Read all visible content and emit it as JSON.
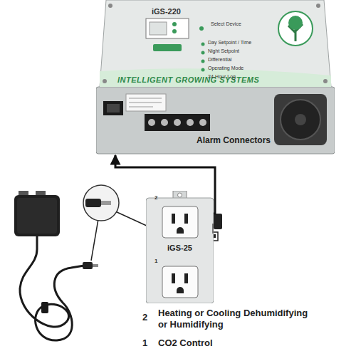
{
  "diagram": {
    "nodes": [
      {
        "text": [
          "iGS-220",
          "INTELLIGENT GROWING SYSTEMS"
        ]
      },
      {
        "text": [
          "iGS-25"
        ]
      }
    ],
    "edges": [
      {
        "from": 1,
        "to": 0,
        "arrow": "to"
      }
    ],
    "labels": [
      "Select Device",
      "Day Setpoint / Time",
      "Night Setpoint",
      "Differential",
      "Operating Mode",
      "24-Hour Log",
      "Alarm Connectors",
      "2",
      "1",
      "2",
      "Heating or Cooling Dehumidifying or Humidifying",
      "1",
      "CO2 Control"
    ]
  }
}
